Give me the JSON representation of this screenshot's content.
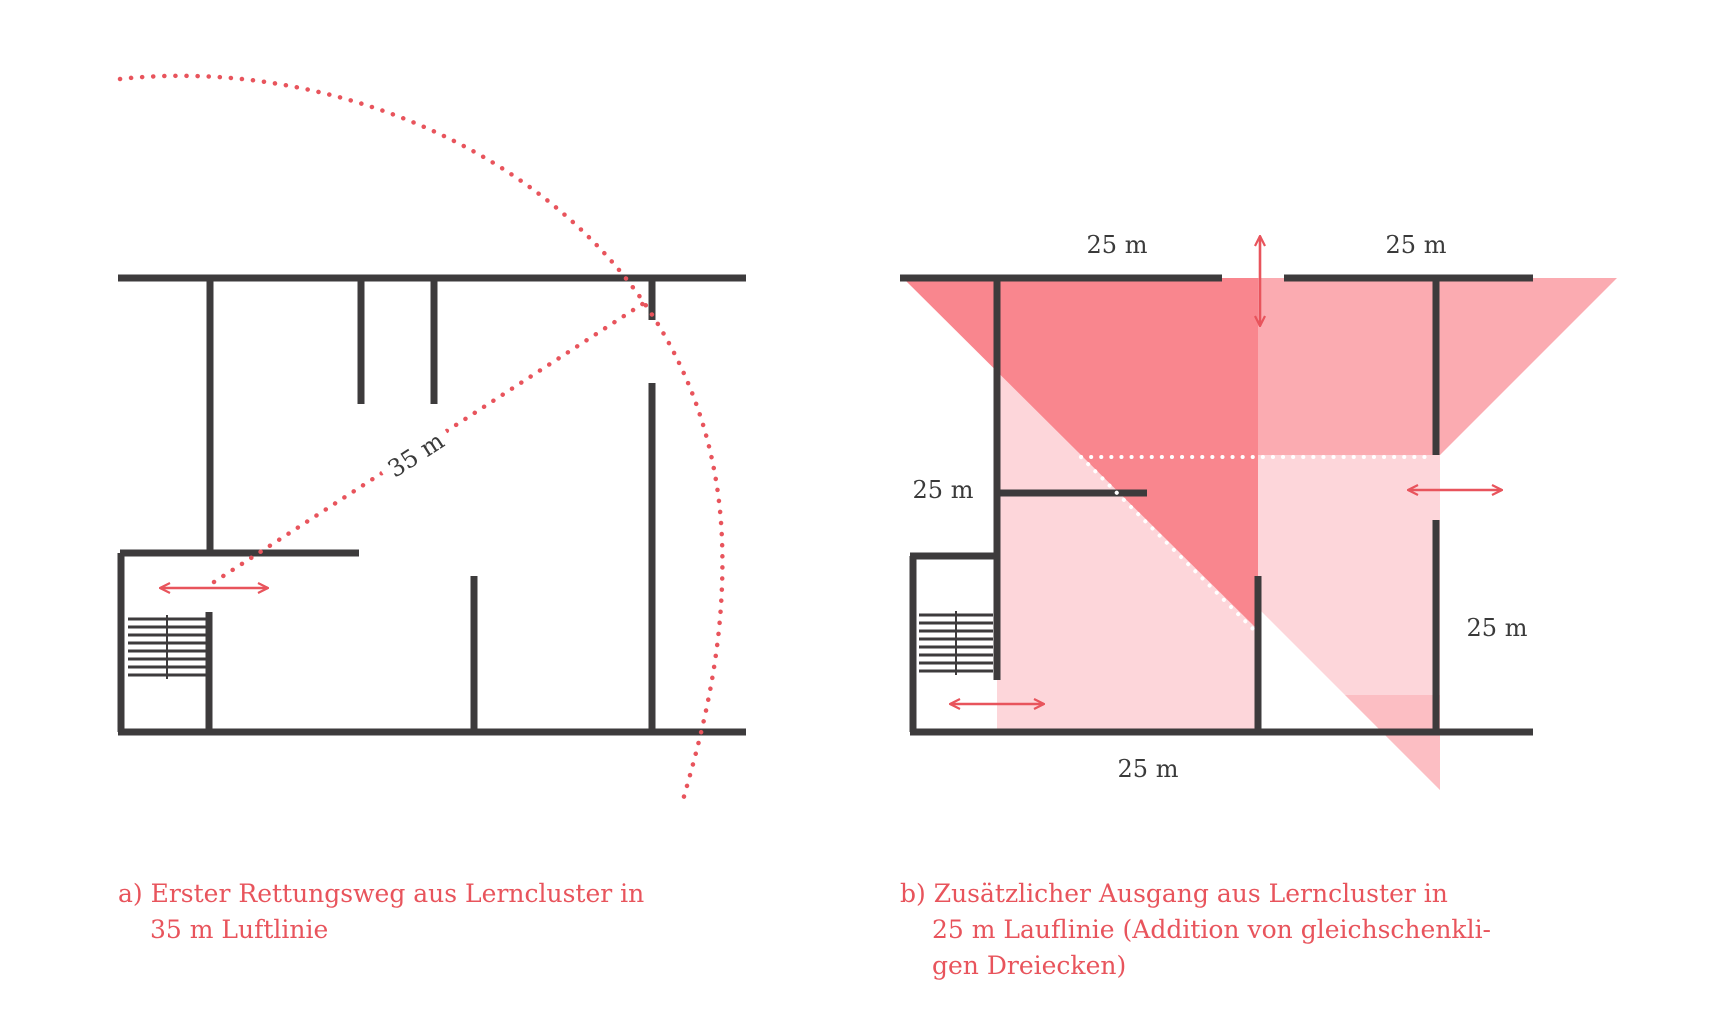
{
  "colors": {
    "wall": "#3d3b3c",
    "accent": "#e8545c",
    "zone_dark": "#f9868e",
    "zone_mid": "#fbabb1",
    "zone_light": "#fdd6da"
  },
  "diagram_a": {
    "distance_label": "35 m",
    "caption": {
      "line1": "a) Erster Rettungsweg aus Lerncluster in",
      "line2": "35 m Luftlinie"
    }
  },
  "diagram_b": {
    "labels": {
      "top_left": "25 m",
      "top_right": "25 m",
      "left": "25 m",
      "right": "25 m",
      "bottom": "25 m"
    },
    "caption": {
      "line1": "b) Zusätzlicher Ausgang aus Lerncluster in",
      "line2": "25 m Lauflinie (Addition von gleichschenkli-",
      "line3": "gen Dreiecken)"
    }
  }
}
